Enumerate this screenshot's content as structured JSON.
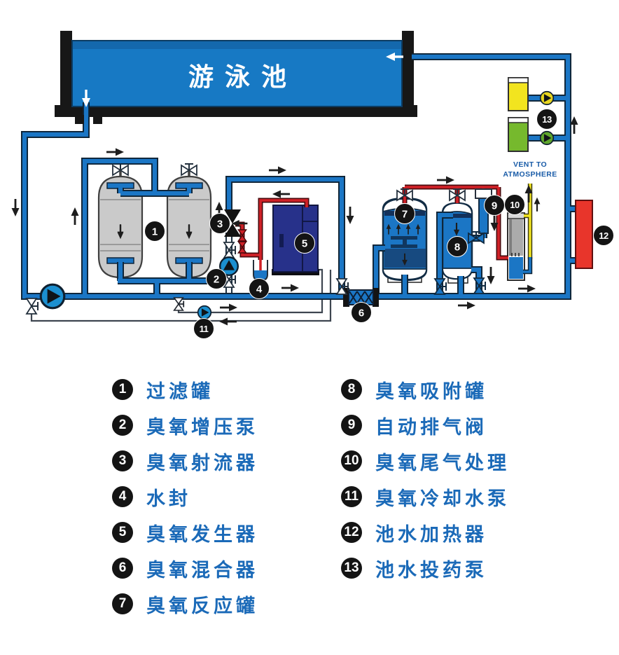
{
  "pool": {
    "label": "游泳池"
  },
  "vent_label": {
    "line1": "VENT TO",
    "line2": "ATMOSPHERE"
  },
  "diagram": {
    "badges": [
      "1",
      "2",
      "3",
      "4",
      "5",
      "6",
      "7",
      "8",
      "9",
      "10",
      "11",
      "12",
      "13"
    ]
  },
  "legend": {
    "items": [
      {
        "num": "1",
        "label": "过滤罐"
      },
      {
        "num": "2",
        "label": "臭氧增压泵"
      },
      {
        "num": "3",
        "label": "臭氧射流器"
      },
      {
        "num": "4",
        "label": "水封"
      },
      {
        "num": "5",
        "label": "臭氧发生器"
      },
      {
        "num": "6",
        "label": "臭氧混合器"
      },
      {
        "num": "7",
        "label": "臭氧反应罐"
      },
      {
        "num": "8",
        "label": "臭氧吸附罐"
      },
      {
        "num": "9",
        "label": "自动排气阀"
      },
      {
        "num": "10",
        "label": "臭氧尾气处理"
      },
      {
        "num": "11",
        "label": "臭氧冷却水泵"
      },
      {
        "num": "12",
        "label": "池水加热器"
      },
      {
        "num": "13",
        "label": "池水投药泵"
      }
    ]
  },
  "colors": {
    "pipe_blue": "#1b76c5",
    "pool_blue": "#1779c4",
    "ozone_red": "#cf2127",
    "vent_yellow": "#f2e41f",
    "chem_green": "#76b92d",
    "chem_yellow": "#f2e41f",
    "heater_red": "#e8352b",
    "generator_navy": "#27318a",
    "tank_gray": "#cacaca",
    "legend_text_blue": "#1b6ab8",
    "badge_black": "#141414"
  }
}
